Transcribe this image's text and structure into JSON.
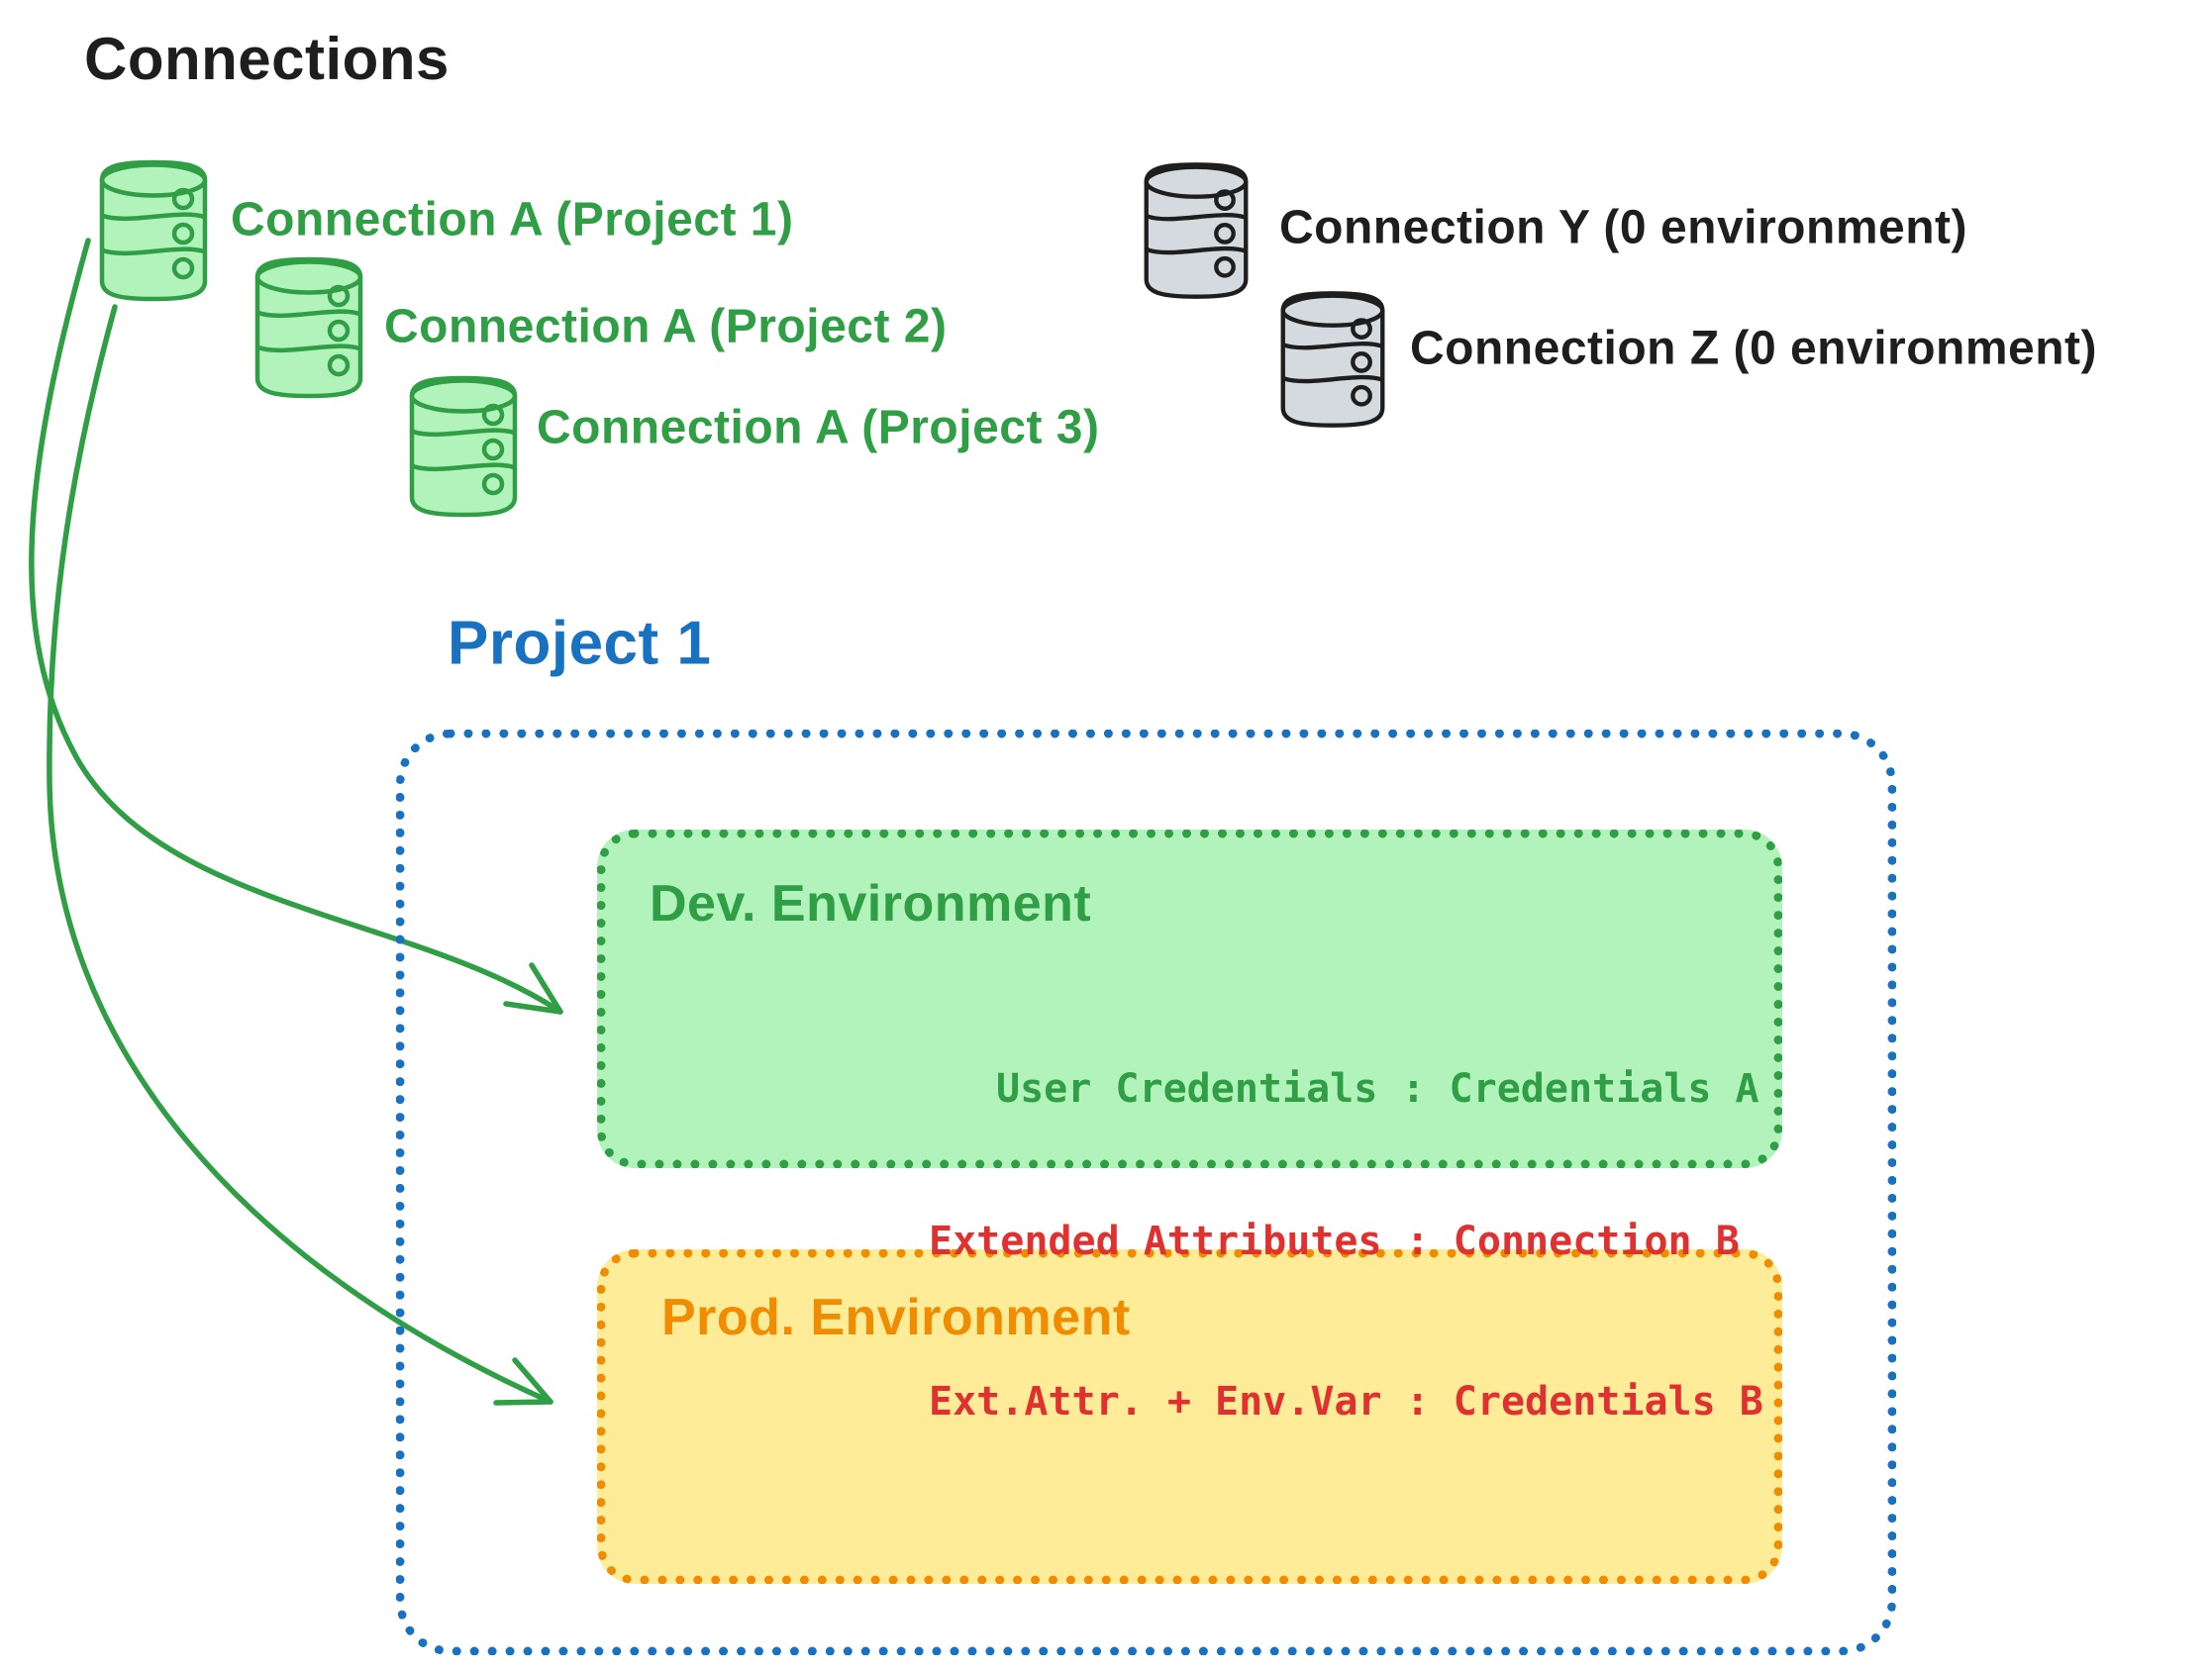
{
  "title": "Connections",
  "green_connections": [
    {
      "icon": "database-icon",
      "label": "Connection A (Project 1)"
    },
    {
      "icon": "database-icon",
      "label": "Connection A (Project 2)"
    },
    {
      "icon": "database-icon",
      "label": "Connection A (Project 3)"
    }
  ],
  "gray_connections": [
    {
      "icon": "database-icon",
      "label": "Connection Y (0 environment)"
    },
    {
      "icon": "database-icon",
      "label": "Connection Z (0 environment)"
    }
  ],
  "project": {
    "title": "Project 1",
    "dev": {
      "title": "Dev. Environment",
      "credentials_line": "User Credentials : Credentials A"
    },
    "prod": {
      "title": "Prod. Environment",
      "lines": [
        "Extended Attributes : Connection B",
        "Ext.Attr. + Env.Var : Credentials B"
      ]
    }
  },
  "colors": {
    "green_stroke": "#2f9e44",
    "green_fill": "#b2f2bb",
    "gray_fill": "#d5dadf",
    "blue": "#1971c2",
    "orange": "#f08c00",
    "yellow_fill": "#ffec99",
    "red": "#e03131",
    "black": "#1e1e1e"
  }
}
